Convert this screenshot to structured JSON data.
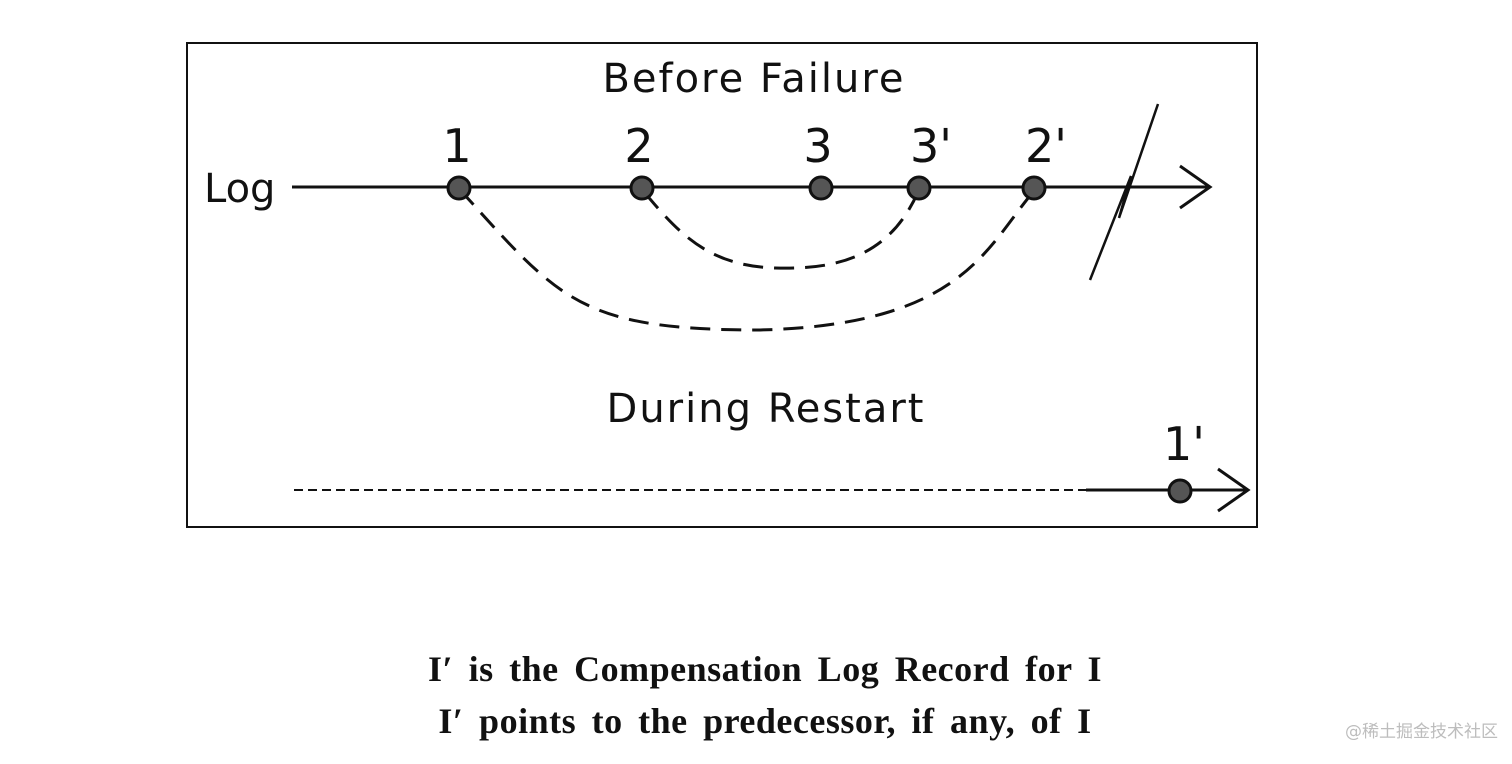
{
  "diagram": {
    "section_titles": {
      "before": "Before Failure",
      "during": "During Restart"
    },
    "log_label": "Log",
    "records_before": [
      {
        "id": "1",
        "label": "1"
      },
      {
        "id": "2",
        "label": "2"
      },
      {
        "id": "3",
        "label": "3"
      },
      {
        "id": "3c",
        "label": "3'"
      },
      {
        "id": "2c",
        "label": "2'"
      }
    ],
    "records_during": [
      {
        "id": "1c",
        "label": "1'"
      }
    ],
    "pointers": [
      {
        "from": "3c",
        "to": "2"
      },
      {
        "from": "2c",
        "to": "1"
      }
    ],
    "failure_marker": "lightning-icon"
  },
  "caption": {
    "line1": "I′ is the Compensation Log Record for I",
    "line2": "I′ points to the predecessor, if any, of I"
  },
  "watermark": "@稀土掘金技术社区",
  "colors": {
    "ink": "#111111",
    "record_fill": "#555555",
    "background": "#ffffff",
    "watermark": "#bdbdbd"
  }
}
